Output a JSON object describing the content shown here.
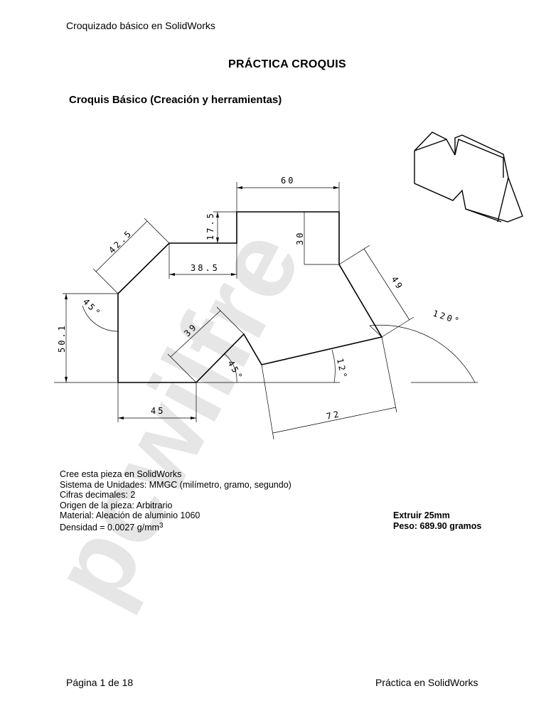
{
  "header": {
    "text": "Croquizado básico en SolidWorks"
  },
  "title": "PRÁCTICA CROQUIS",
  "subtitle": "Croquis Básico (Creación y herramientas)",
  "dimensions": {
    "d60": "60",
    "d17_5": "17.5",
    "d30": "30",
    "d42_5": "42.5",
    "d38_5": "38.5",
    "d49": "49",
    "d120": "120°",
    "d45_top": "45°",
    "d50_1": "50.1",
    "d39": "39",
    "d45_angle": "45°",
    "d12": "12°",
    "d45": "45",
    "d72": "72"
  },
  "specs": {
    "line1": "Cree esta pieza en SolidWorks",
    "line2": "Sistema de Unidades: MMGC (milímetro, gramo, segundo)",
    "line3": "Cifras decimales: 2",
    "line4": "Origen de la pieza: Arbitrario",
    "line5": "Material: Aleación de aluminio 1060",
    "line6": "Densidad = 0.0027 g/mm",
    "line6_sup": "3"
  },
  "result": {
    "line1": "Extruir 25mm",
    "line2": "Peso: 689.90 gramos"
  },
  "watermark": "pcwilfre",
  "footer": {
    "left": "Página 1 de 18",
    "right": "Práctica en SolidWorks"
  }
}
